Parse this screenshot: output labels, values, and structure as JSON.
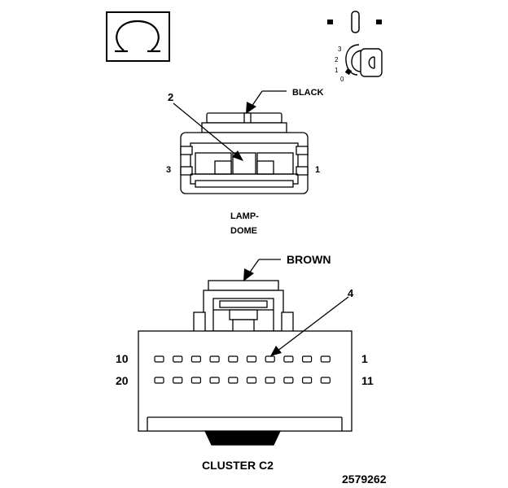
{
  "lamp_connector": {
    "callout": "2",
    "color_label": "BLACK",
    "pin_left": "3",
    "pin_right": "1",
    "name_line1": "LAMP-",
    "name_line2": "DOME"
  },
  "cluster_connector": {
    "callout": "4",
    "color_label": "BROWN",
    "top_left": "10",
    "top_right": "1",
    "bottom_left": "20",
    "bottom_right": "11",
    "name": "CLUSTER C2"
  },
  "ignition_positions": [
    "3",
    "2",
    "1",
    "0"
  ],
  "figure_number": "2579262",
  "icons": {
    "ground_symbol": "omega-in-box-icon",
    "ignition_switch": "ignition-key-icon",
    "lamp_connector": "lamp-dome-connector-icon",
    "cluster_connector": "cluster-c2-connector-icon"
  }
}
